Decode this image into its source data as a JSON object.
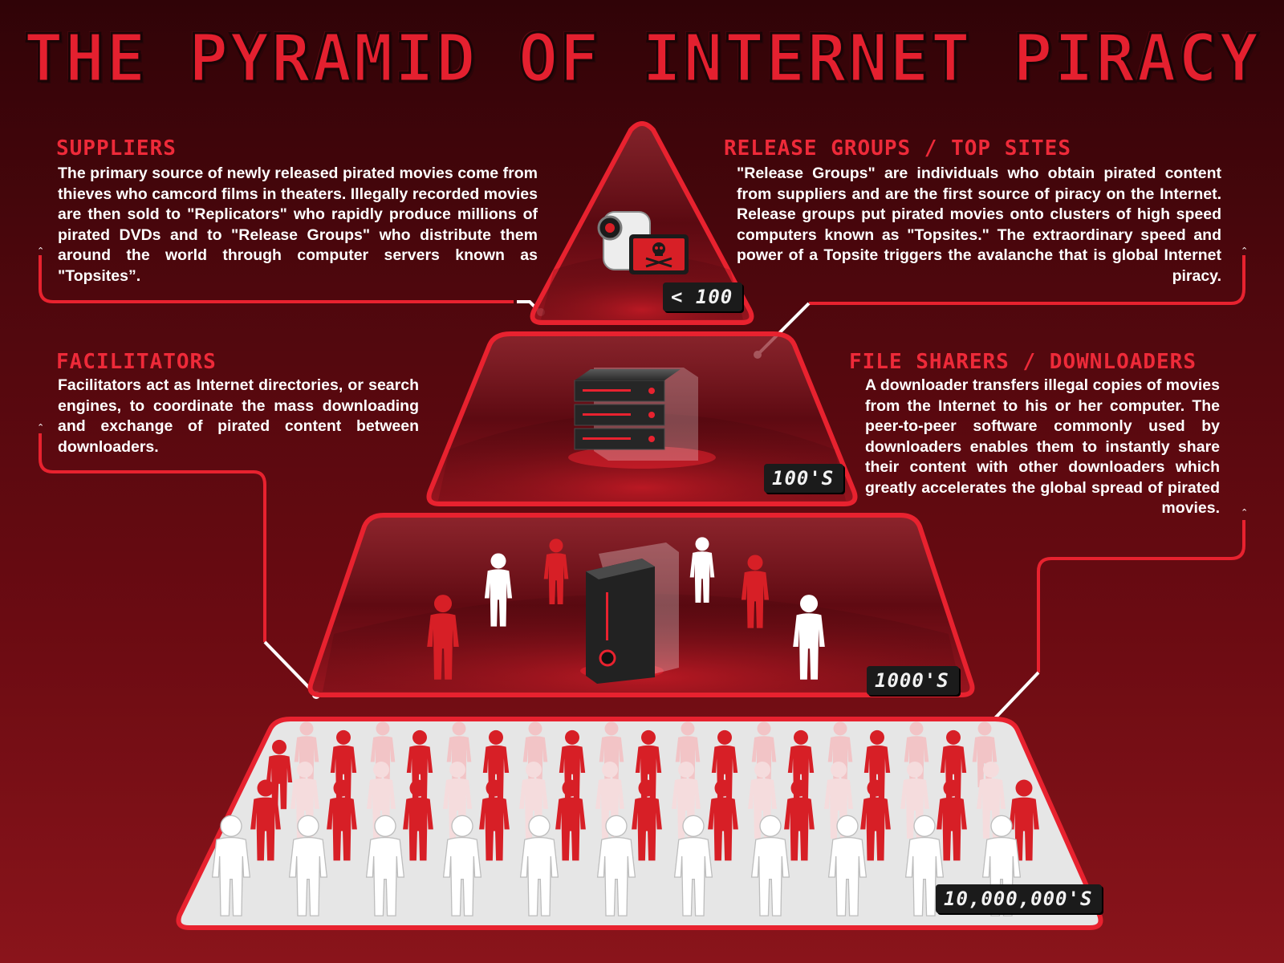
{
  "title": "THE PYRAMID OF INTERNET PIRACY",
  "sections": {
    "suppliers": {
      "heading": "SUPPLIERS",
      "text": "The primary source of newly released pirated movies come from thieves who camcord films in theaters.  Illegally recorded movies are then sold to \"Replicators\" who rapidly produce millions of pirated DVDs and to \"Release Groups\" who distribute them around the world through computer servers known as \"Topsites”."
    },
    "release_groups": {
      "heading": "RELEASE GROUPS / TOP SITES",
      "text": "\"Release Groups\" are individuals who obtain pirated content from suppliers and are the first source of piracy on the Internet.  Release groups put pirated movies onto clusters of high speed computers known as \"Topsites.\" The extraordinary speed and power of a Topsite triggers the avalanche that is global Internet piracy."
    },
    "facilitators": {
      "heading": "FACILITATORS",
      "text": "Facilitators act as Internet directories, or search engines, to coordinate the mass downloading and exchange of pirated content between downloaders."
    },
    "file_sharers": {
      "heading": "FILE SHARERS / DOWNLOADERS",
      "text": "A downloader transfers illegal copies of movies from the Internet to his or her computer. The peer-to-peer software commonly used by downloaders enables them to instantly share their content with other downloaders which greatly accelerates the global spread of pirated movies."
    }
  },
  "tiers": [
    {
      "label": "< 100"
    },
    {
      "label": "100'S"
    },
    {
      "label": "1000'S"
    },
    {
      "label": "10,000,000'S"
    }
  ],
  "colors": {
    "accent_red": "#e4202f",
    "dark_red": "#4e070d",
    "figure_white": "#ffffff",
    "figure_red": "#d71f26"
  },
  "icons": [
    "camcorder-icon",
    "skull-crossbones-icon",
    "server-stack-icon",
    "tower-server-icon",
    "person-icon"
  ]
}
